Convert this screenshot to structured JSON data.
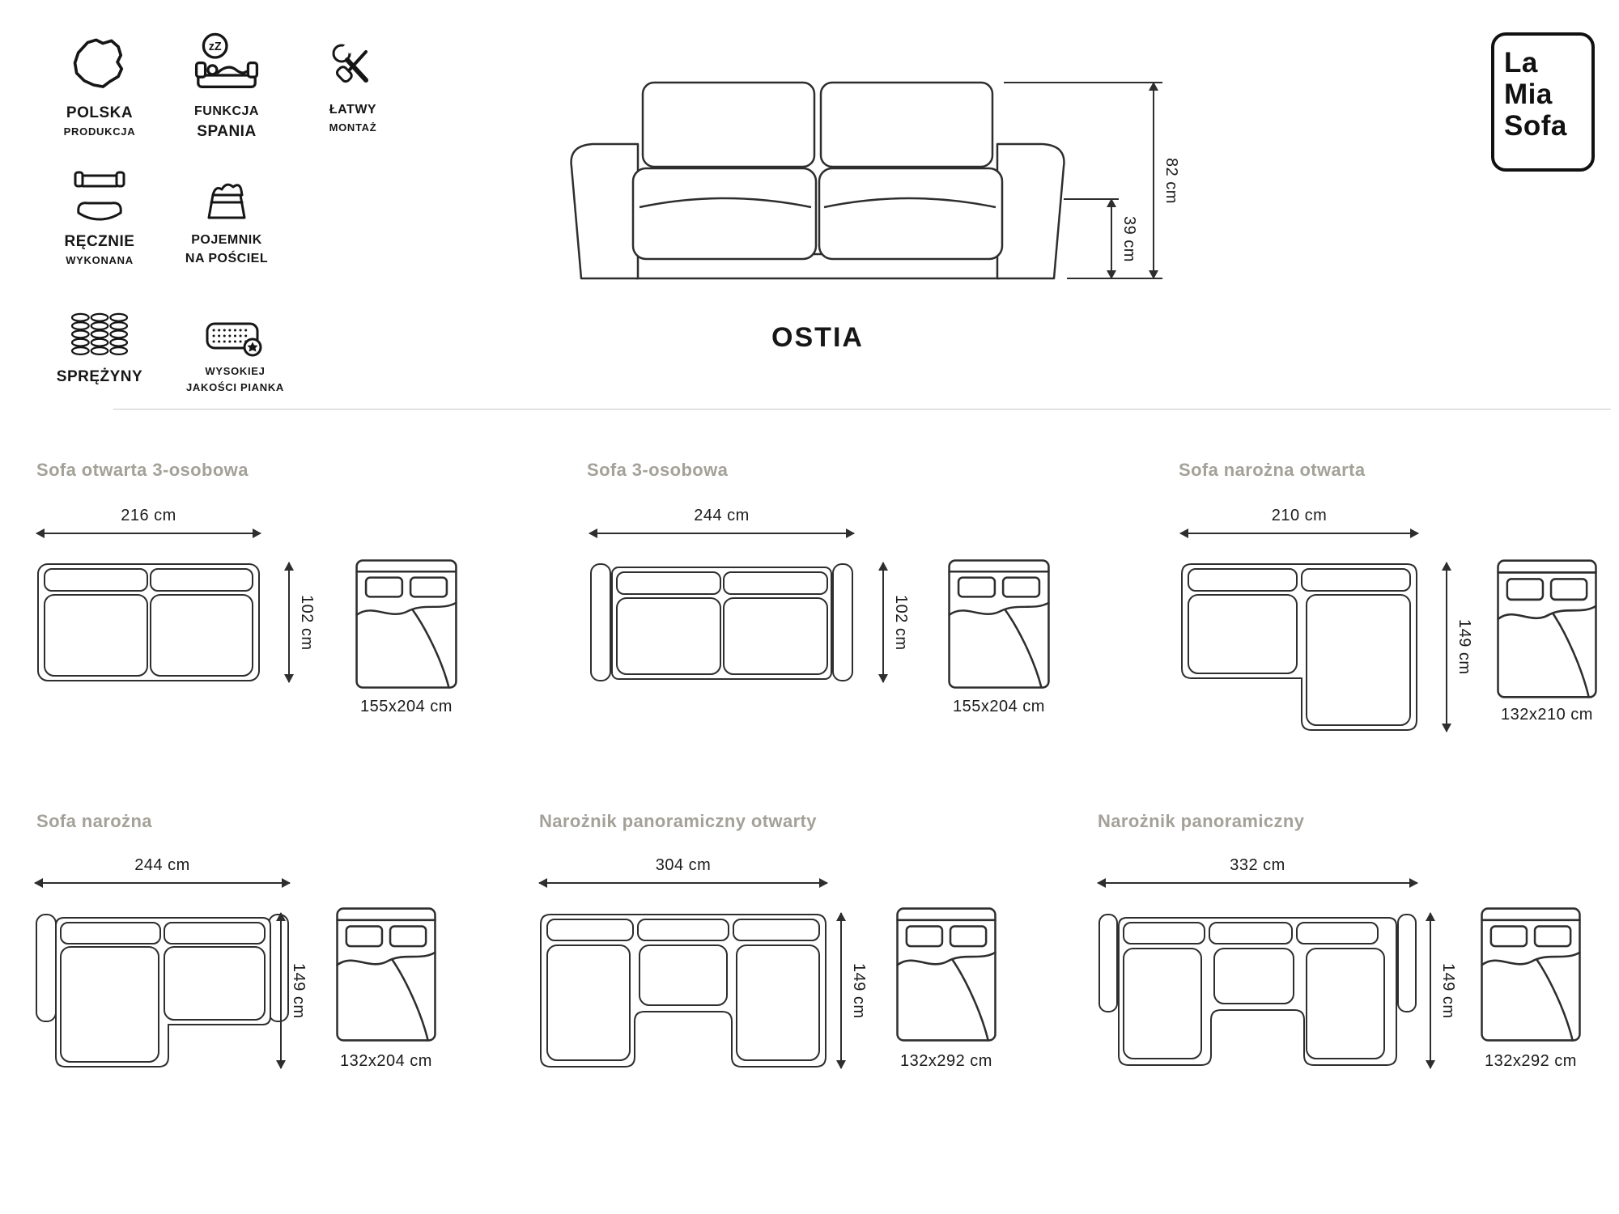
{
  "brand": {
    "line1": "La",
    "line2": "Mia",
    "line3": "Sofa"
  },
  "product": {
    "name": "OSTIA"
  },
  "features": [
    {
      "icon": "poland-map",
      "line1": "POLSKA",
      "line2": "PRODUKCJA"
    },
    {
      "icon": "sleep-function",
      "icon_text": "zZ",
      "line1": "FUNKCJA",
      "line2": "SPANIA"
    },
    {
      "icon": "easy-assembly-tools",
      "line1": "ŁATWY",
      "line2": "MONTAŻ"
    },
    {
      "icon": "handmade",
      "line1": "RĘCZNIE",
      "line2": "WYKONANA"
    },
    {
      "icon": "bedding-storage",
      "line1": "POJEMNIK",
      "line2": "NA POŚCIEL"
    },
    {
      "icon": "springs",
      "line1": "SPRĘŻYNY"
    },
    {
      "icon": "quality-foam",
      "line1": "WYSOKIEJ",
      "line2": "JAKOŚCI PIANKA"
    }
  ],
  "front_view": {
    "total_height": "82 cm",
    "seat_height": "39 cm"
  },
  "panels": [
    {
      "title": "Sofa otwarta 3-osobowa",
      "width": "216 cm",
      "depth": "102 cm",
      "bed_size": "155x204 cm"
    },
    {
      "title": "Sofa 3-osobowa",
      "width": "244 cm",
      "depth": "102 cm",
      "bed_size": "155x204 cm"
    },
    {
      "title": "Sofa narożna otwarta",
      "width": "210 cm",
      "depth": "149 cm",
      "bed_size": "132x210 cm"
    },
    {
      "title": "Sofa narożna",
      "width": "244 cm",
      "depth": "149 cm",
      "bed_size": "132x204 cm"
    },
    {
      "title": "Narożnik panoramiczny otwarty",
      "width": "304 cm",
      "depth": "149 cm",
      "bed_size": "132x292 cm"
    },
    {
      "title": "Narożnik panoramiczny",
      "width": "332 cm",
      "depth": "149 cm",
      "bed_size": "132x292 cm"
    }
  ]
}
